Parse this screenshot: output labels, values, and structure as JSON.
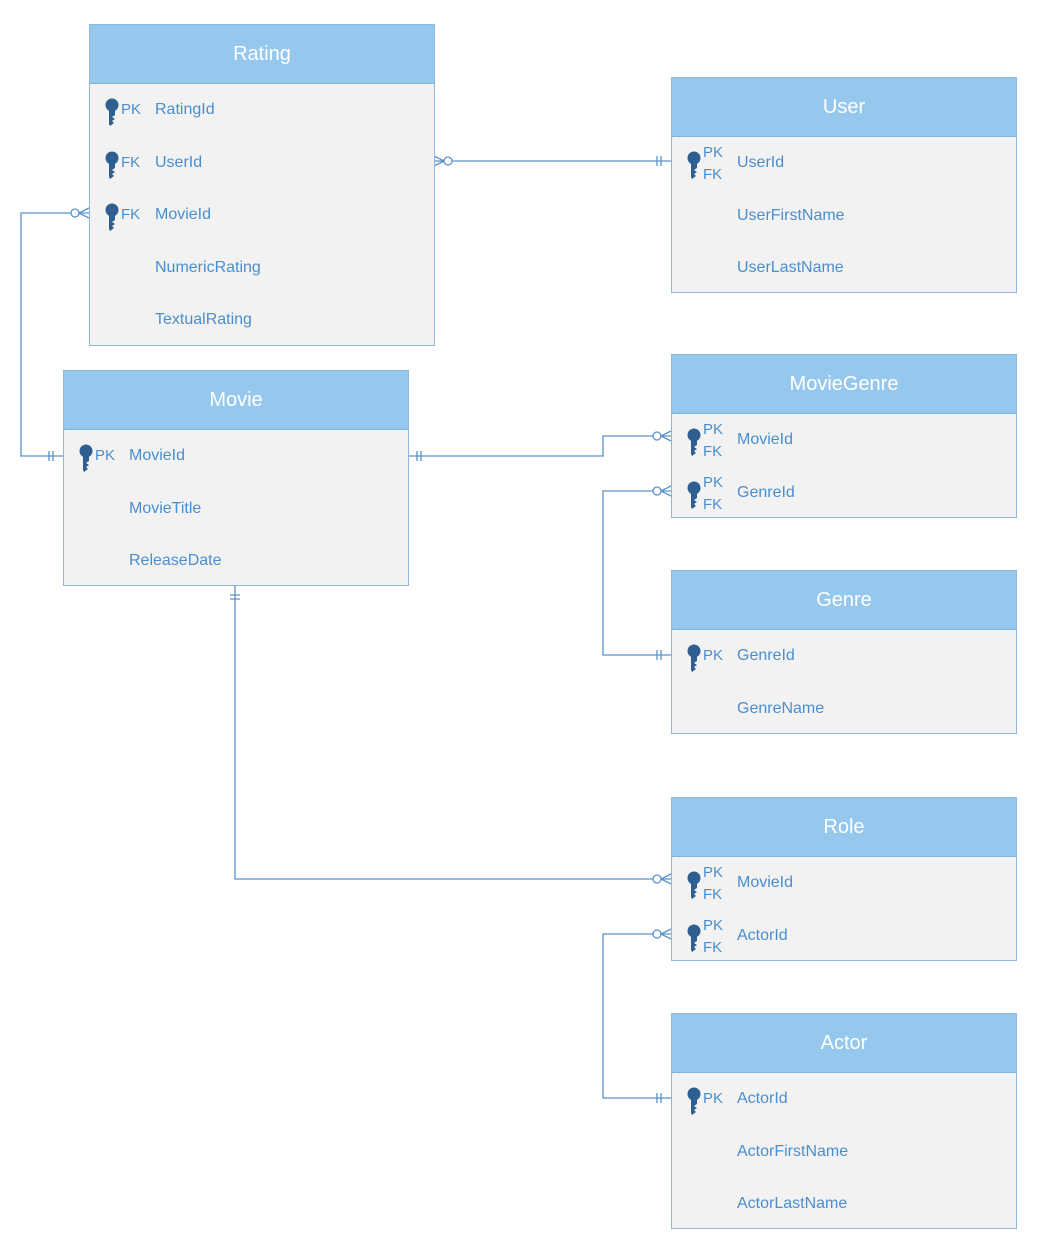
{
  "entities": {
    "rating": {
      "title": "Rating",
      "fields": [
        {
          "name": "RatingId",
          "key1": "PK",
          "key2": ""
        },
        {
          "name": "UserId",
          "key1": "FK",
          "key2": ""
        },
        {
          "name": "MovieId",
          "key1": "FK",
          "key2": ""
        },
        {
          "name": "NumericRating",
          "key1": "",
          "key2": ""
        },
        {
          "name": "TextualRating",
          "key1": "",
          "key2": ""
        }
      ]
    },
    "user": {
      "title": "User",
      "fields": [
        {
          "name": "UserId",
          "key1": "PK",
          "key2": "FK"
        },
        {
          "name": "UserFirstName",
          "key1": "",
          "key2": ""
        },
        {
          "name": "UserLastName",
          "key1": "",
          "key2": ""
        }
      ]
    },
    "movie": {
      "title": "Movie",
      "fields": [
        {
          "name": "MovieId",
          "key1": "PK",
          "key2": ""
        },
        {
          "name": "MovieTitle",
          "key1": "",
          "key2": ""
        },
        {
          "name": "ReleaseDate",
          "key1": "",
          "key2": ""
        }
      ]
    },
    "moviegenre": {
      "title": "MovieGenre",
      "fields": [
        {
          "name": "MovieId",
          "key1": "PK",
          "key2": "FK"
        },
        {
          "name": "GenreId",
          "key1": "PK",
          "key2": "FK"
        }
      ]
    },
    "genre": {
      "title": "Genre",
      "fields": [
        {
          "name": "GenreId",
          "key1": "PK",
          "key2": ""
        },
        {
          "name": "GenreName",
          "key1": "",
          "key2": ""
        }
      ]
    },
    "role": {
      "title": "Role",
      "fields": [
        {
          "name": "MovieId",
          "key1": "PK",
          "key2": "FK"
        },
        {
          "name": "ActorId",
          "key1": "PK",
          "key2": "FK"
        }
      ]
    },
    "actor": {
      "title": "Actor",
      "fields": [
        {
          "name": "ActorId",
          "key1": "PK",
          "key2": ""
        },
        {
          "name": "ActorFirstName",
          "key1": "",
          "key2": ""
        },
        {
          "name": "ActorLastName",
          "key1": "",
          "key2": ""
        }
      ]
    }
  },
  "relationships": [
    {
      "from": "rating.UserId",
      "to": "user.UserId",
      "from_end": "zero-or-many",
      "to_end": "one-and-only-one"
    },
    {
      "from": "rating.MovieId",
      "to": "movie.MovieId",
      "from_end": "zero-or-many",
      "to_end": "one-and-only-one"
    },
    {
      "from": "moviegenre.MovieId",
      "to": "movie.MovieId",
      "from_end": "zero-or-many",
      "to_end": "one-and-only-one"
    },
    {
      "from": "moviegenre.GenreId",
      "to": "genre.GenreId",
      "from_end": "zero-or-many",
      "to_end": "one-and-only-one"
    },
    {
      "from": "role.MovieId",
      "to": "movie.MovieId",
      "from_end": "zero-or-many",
      "to_end": "one-and-only-one"
    },
    {
      "from": "role.ActorId",
      "to": "actor.ActorId",
      "from_end": "zero-or-many",
      "to_end": "one-and-only-one"
    }
  ],
  "colors": {
    "header": "#95c8ec",
    "body": "#f2f2f2",
    "border": "#8fb7dd",
    "text": "#4a8ed0",
    "key_icon": "#2f5f90",
    "connector": "#5b92c9"
  },
  "icons": {
    "key": "key-icon"
  }
}
